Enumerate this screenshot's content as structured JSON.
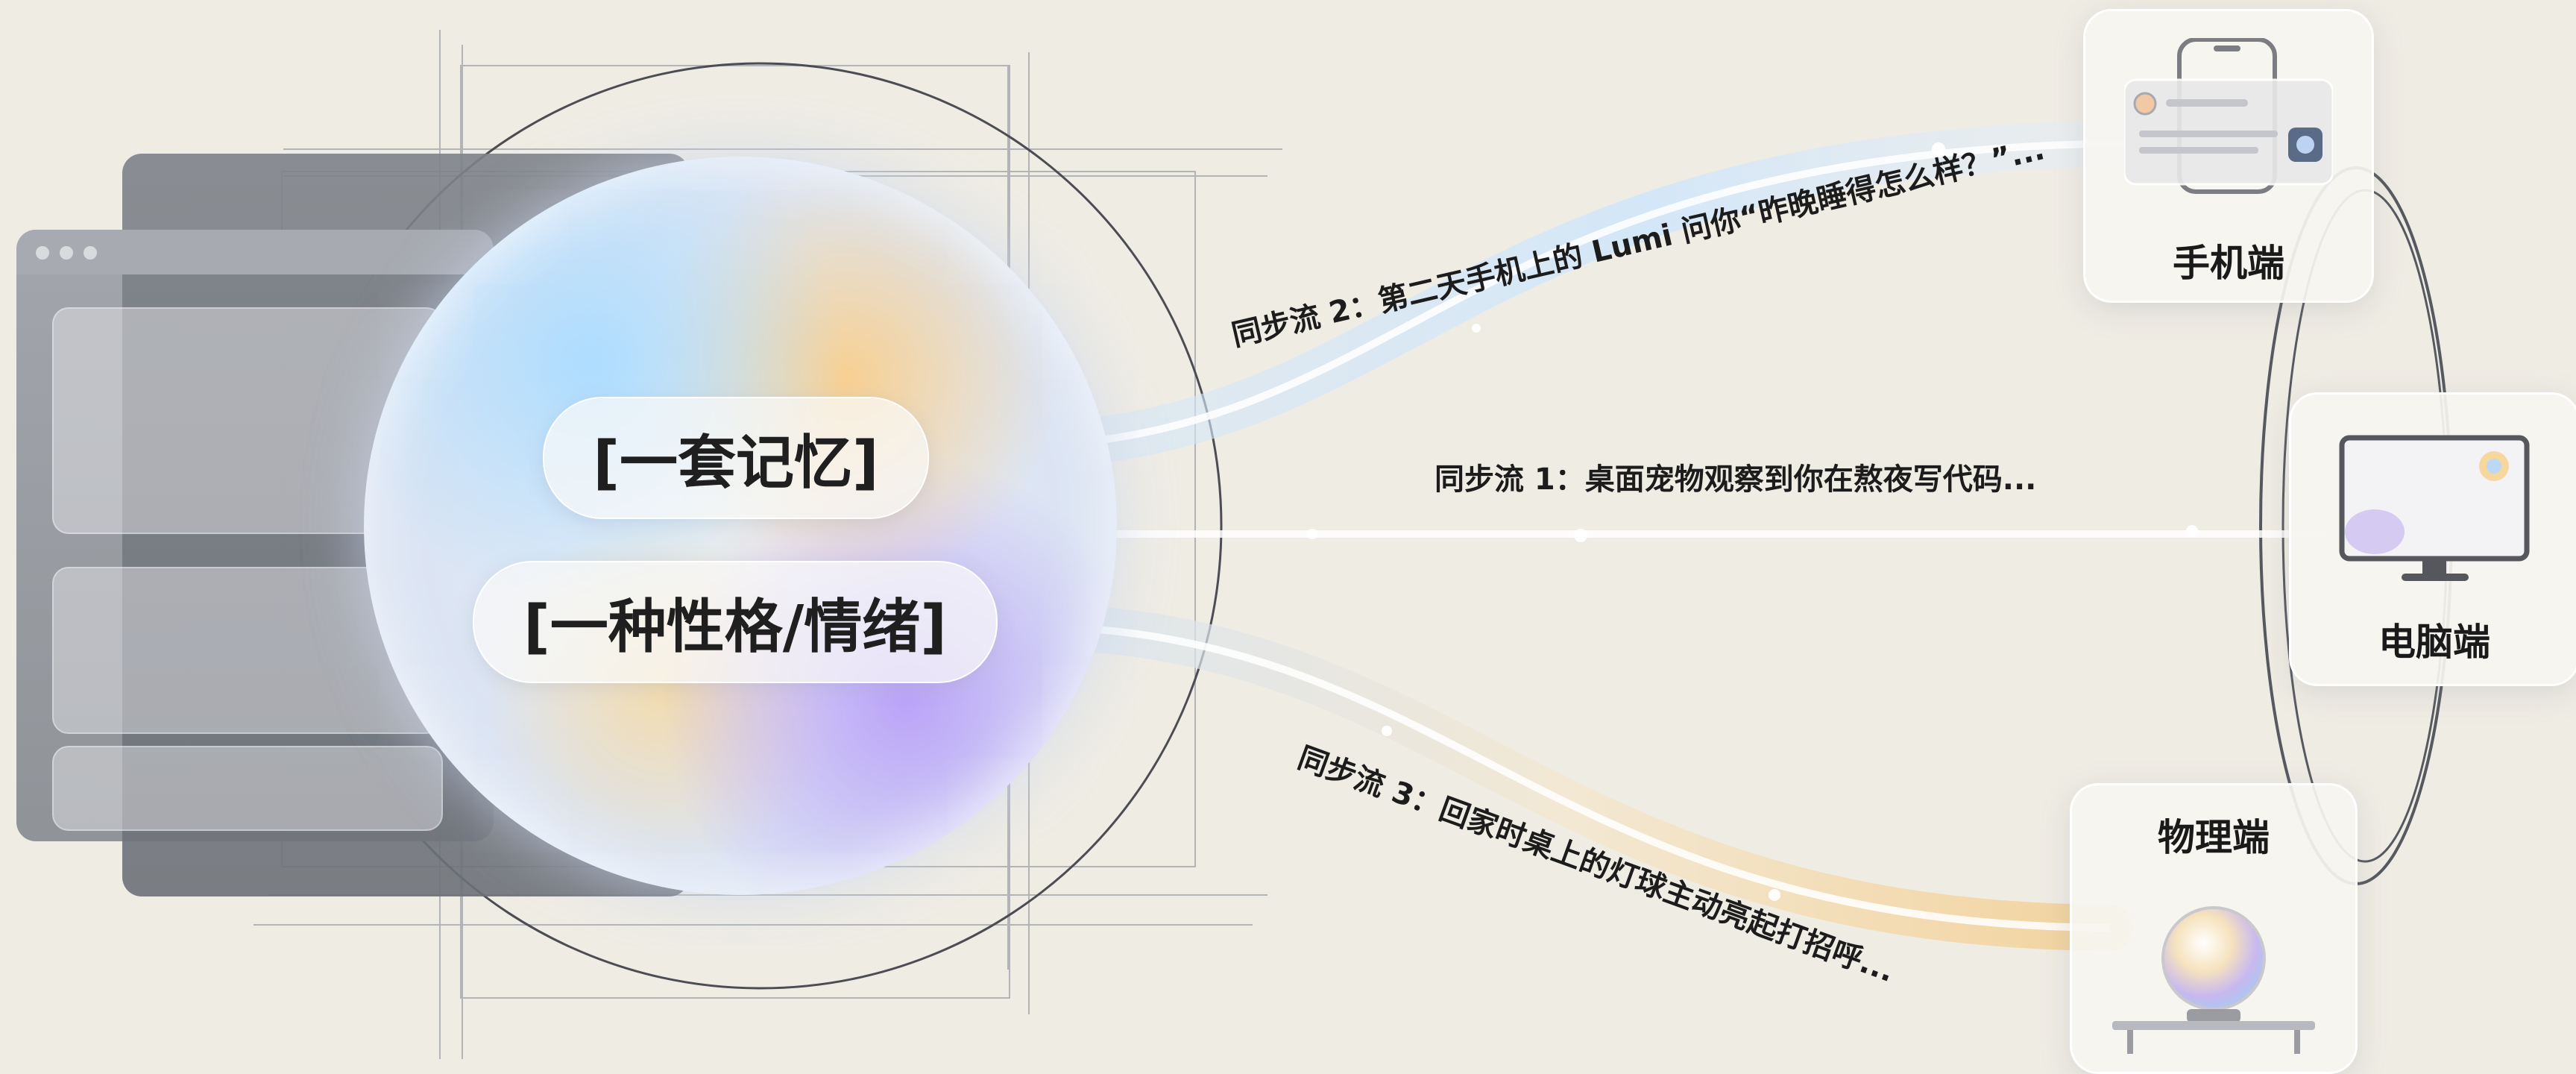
{
  "core": {
    "memory_label": "[一套记忆]",
    "personality_label": "[一种性格/情绪]"
  },
  "flows": [
    {
      "label": "同步流 2：第二天手机上的 Lumi 问你“昨晚睡得怎么样？”...",
      "color": "#bcd8f4"
    },
    {
      "label": "同步流 1：桌面宠物观察到你在熬夜写代码...",
      "color": "#f2cf96"
    },
    {
      "label": "同步流 3：回家时桌上的灯球主动亮起打招呼...",
      "color": "#f2cf96"
    }
  ],
  "devices": {
    "phone": {
      "label": "手机端",
      "icon": "smartphone-icon"
    },
    "pc": {
      "label": "电脑端",
      "icon": "monitor-icon"
    },
    "physical": {
      "label": "物理端",
      "icon": "glow-orb-lamp-icon"
    }
  },
  "colors": {
    "background": "#efece4",
    "blue_glow": "#a9d8ff",
    "amber_glow": "#f6c98a",
    "violet_glow": "#b9a2f6"
  }
}
